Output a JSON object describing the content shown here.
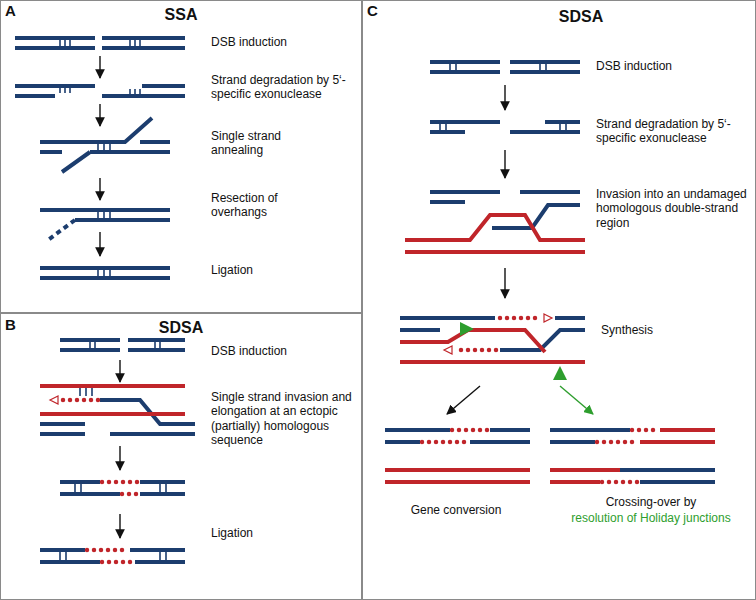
{
  "diagram": {
    "nodes": [
      {
        "text": [
          "A",
          "SSA",
          "DSB induction",
          "Strand degradation by 5‘- specific exonuclease",
          "Single strand annealing",
          "Resection of overhangs",
          "Ligation"
        ]
      },
      {
        "text": [
          "B",
          "SDSA",
          "DSB induction",
          "Single strand invasion and elongation at an ectopic (partially) homologous sequence",
          "Ligation"
        ]
      },
      {
        "text": [
          "C",
          "SDSA",
          "DSB induction",
          "Strand degradation by 5‘- specific exonuclease",
          "Invasion into an undamaged homologous double-strand region",
          "Synthesis",
          "Gene conversion",
          "Crossing-over by",
          "resolution of Holiday junctions"
        ]
      }
    ]
  }
}
